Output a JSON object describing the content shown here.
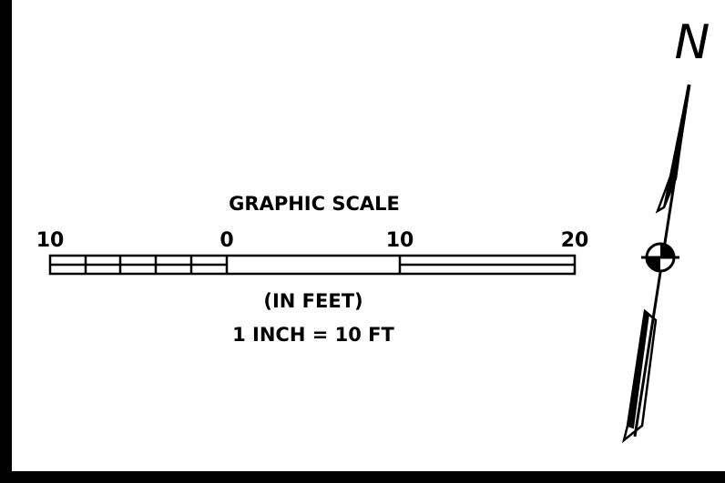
{
  "scale_bar": {
    "title": "GRAPHIC SCALE",
    "tick_labels": [
      "10",
      "0",
      "10",
      "20"
    ],
    "units": "(IN FEET)",
    "ratio": "1 INCH = 10 FT"
  },
  "north_arrow": {
    "label": "N"
  },
  "colors": {
    "line": "#000000",
    "background": "#ffffff"
  }
}
